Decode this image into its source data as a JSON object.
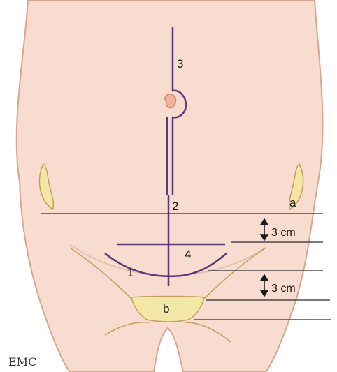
{
  "labels": {
    "incision_1": "1",
    "incision_2": "2",
    "incision_3": "3",
    "incision_4": "4",
    "landmark_a": "a",
    "landmark_b": "b"
  },
  "measurements": {
    "upper": "3 cm",
    "lower": "3 cm"
  },
  "watermark": "EMC",
  "colors": {
    "skin": "#f7dccf",
    "skin_outline": "#d9a58e",
    "incision": "#5b3a78",
    "guide_line": "#2a2a2a",
    "bone_fill": "#f3e7a6",
    "bone_outline": "#c99b5f"
  }
}
